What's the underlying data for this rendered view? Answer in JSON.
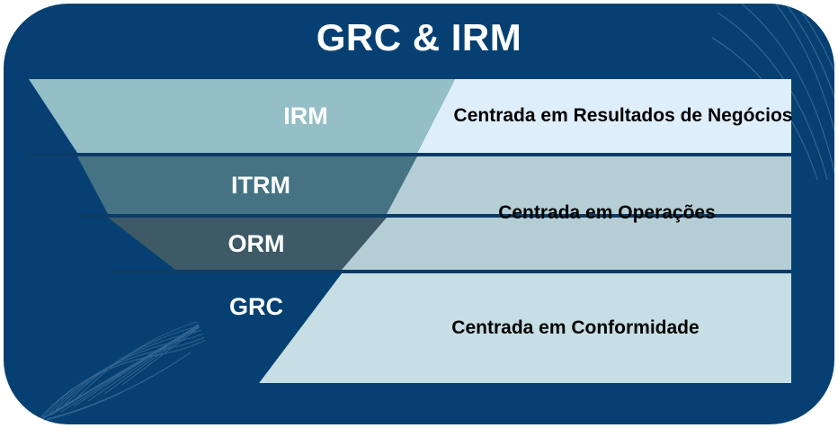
{
  "card": {
    "title": "GRC & IRM",
    "background_color": "#064072",
    "corner_radius": 72
  },
  "palette": {
    "navy": "#064072",
    "navy_dark": "#083a63",
    "tier_irm": "#95bfc7",
    "tier_itrm": "#457383",
    "tier_orm": "#3d5a66",
    "tier_grc": "#064072",
    "panel_top": "#dfeefb",
    "panel_mid": "#b5ced6",
    "panel_bottom": "#c6dee4",
    "divider": "#0c3b66",
    "decoration": "#3f6f9a"
  },
  "pyramid": {
    "tiers": [
      {
        "id": "irm",
        "label": "IRM",
        "fill": "#95bfc7"
      },
      {
        "id": "itrm",
        "label": "ITRM",
        "fill": "#457383"
      },
      {
        "id": "orm",
        "label": "ORM",
        "fill": "#3d5a66"
      },
      {
        "id": "grc",
        "label": "GRC",
        "fill": "#064072"
      }
    ]
  },
  "descriptions": [
    {
      "id": "results",
      "text": "Centrada em Resultados de Negócios",
      "fill": "#dfeefb"
    },
    {
      "id": "operations",
      "text": "Centrada em Operações",
      "fill": "#b5ced6"
    },
    {
      "id": "compliance",
      "text": "Centrada em Conformidade",
      "fill": "#c6dee4"
    }
  ],
  "decorations": [
    {
      "id": "corner-arcs",
      "position": "top-right"
    },
    {
      "id": "ribbon-swoosh",
      "position": "bottom-left"
    }
  ]
}
